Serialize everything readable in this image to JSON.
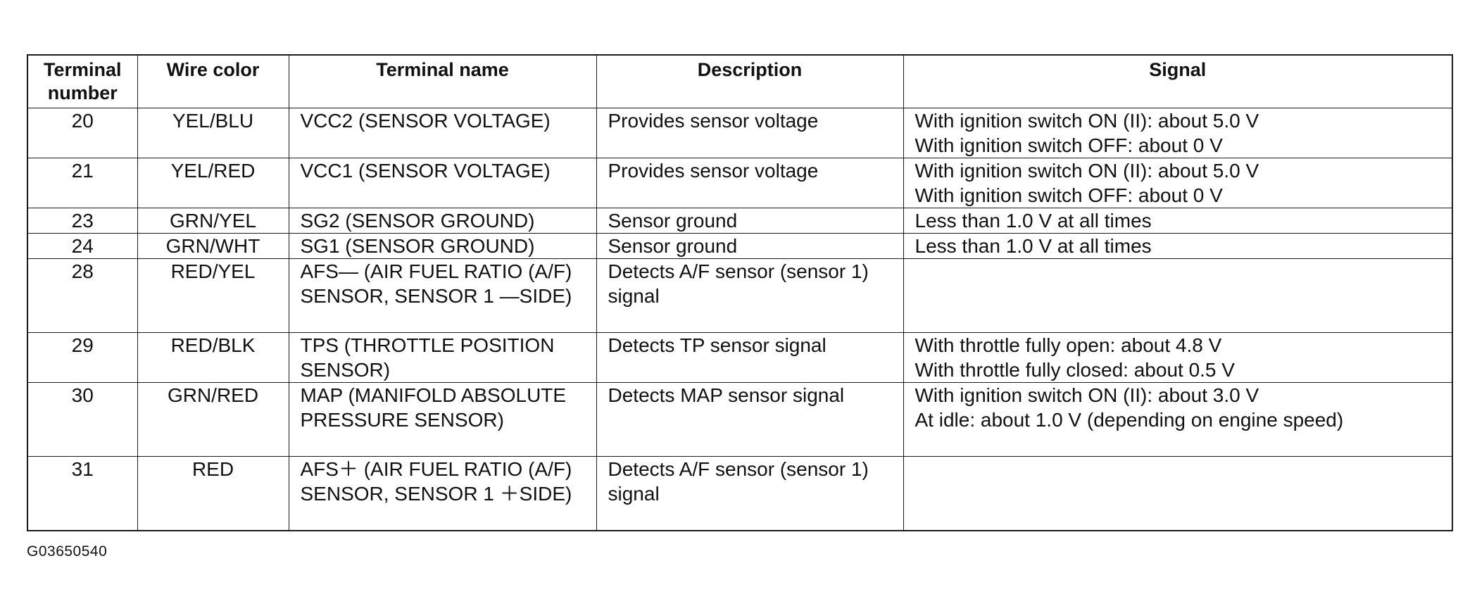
{
  "table": {
    "headers": {
      "terminal_number": "Terminal number",
      "wire_color": "Wire color",
      "terminal_name": "Terminal name",
      "description": "Description",
      "signal": "Signal"
    },
    "rows": [
      {
        "terminal_number": "20",
        "wire_color": "YEL/BLU",
        "terminal_name": "VCC2 (SENSOR VOLTAGE)",
        "description": "Provides sensor voltage",
        "signal_lines": [
          "With ignition switch ON (II): about 5.0 V",
          "With ignition switch OFF: about 0 V"
        ]
      },
      {
        "terminal_number": "21",
        "wire_color": "YEL/RED",
        "terminal_name": "VCC1 (SENSOR VOLTAGE)",
        "description": "Provides sensor voltage",
        "signal_lines": [
          "With ignition switch ON (II): about 5.0 V",
          "With ignition switch OFF: about 0 V"
        ]
      },
      {
        "terminal_number": "23",
        "wire_color": "GRN/YEL",
        "terminal_name": "SG2 (SENSOR GROUND)",
        "description": "Sensor ground",
        "signal_lines": [
          "Less than 1.0 V at all times"
        ]
      },
      {
        "terminal_number": "24",
        "wire_color": "GRN/WHT",
        "terminal_name": "SG1 (SENSOR GROUND)",
        "description": "Sensor ground",
        "signal_lines": [
          "Less than 1.0 V at all times"
        ]
      },
      {
        "terminal_number": "28",
        "wire_color": "RED/YEL",
        "terminal_name": "AFS— (AIR FUEL RATIO (A/F) SENSOR, SENSOR 1 —SIDE)",
        "description": "Detects A/F sensor (sensor 1) signal",
        "signal_lines": []
      },
      {
        "terminal_number": "29",
        "wire_color": "RED/BLK",
        "terminal_name": "TPS (THROTTLE POSITION SENSOR)",
        "description": "Detects TP sensor signal",
        "signal_lines": [
          "With throttle fully open: about 4.8 V",
          "With throttle fully closed: about 0.5 V"
        ]
      },
      {
        "terminal_number": "30",
        "wire_color": "GRN/RED",
        "terminal_name": "MAP (MANIFOLD ABSOLUTE PRESSURE SENSOR)",
        "description": "Detects MAP sensor signal",
        "signal_lines": [
          "With ignition switch ON (II): about 3.0 V",
          "At idle: about 1.0 V (depending on engine speed)"
        ]
      },
      {
        "terminal_number": "31",
        "wire_color": "RED",
        "terminal_name": "AFS＋ (AIR FUEL RATIO (A/F) SENSOR, SENSOR 1 ＋SIDE)",
        "description": "Detects A/F sensor (sensor 1) signal",
        "signal_lines": []
      }
    ]
  },
  "figure_id": "G03650540"
}
